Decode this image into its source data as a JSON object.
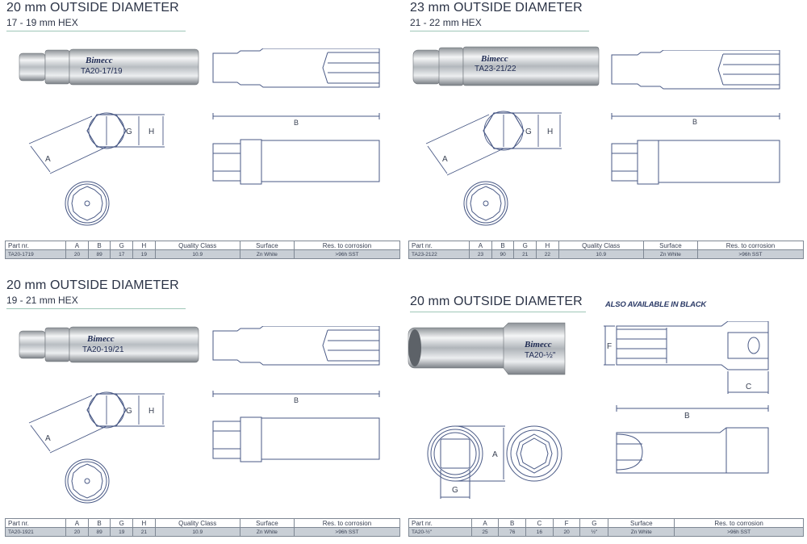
{
  "colors": {
    "heading_text": "#2b3346",
    "heading_underline": "#9fc7b8",
    "note_text": "#2b3a66",
    "drawing_line": "#4a5a86",
    "table_border": "#7f8894",
    "table_row_bg": "#c9cfd6"
  },
  "panels": [
    {
      "title": "20 mm OUTSIDE DIAMETER",
      "subtitle": "17 - 19 mm HEX",
      "photo": {
        "brand": "Bimecc",
        "model": "TA20-17/19"
      },
      "drawing_labels": {
        "a": "A",
        "b": "B",
        "g": "G",
        "h": "H",
        "logo_letters": [
          "B",
          "I",
          "M",
          "E",
          "C",
          "C"
        ]
      },
      "table": {
        "headers": [
          "Part nr.",
          "A",
          "B",
          "G",
          "H",
          "Quality Class",
          "Surface",
          "Res. to corrosion"
        ],
        "rows": [
          [
            "TA20-1719",
            "20",
            "89",
            "17",
            "19",
            "10.9",
            "Zn White",
            ">96h SST"
          ]
        ]
      }
    },
    {
      "title": "23 mm OUTSIDE DIAMETER",
      "subtitle": "21 - 22 mm HEX",
      "photo": {
        "brand": "Bimecc",
        "model": "TA23-21/22"
      },
      "drawing_labels": {
        "a": "A",
        "b": "B",
        "g": "G",
        "h": "H",
        "logo_letters": [
          "B",
          "I",
          "M",
          "E",
          "C",
          "C"
        ]
      },
      "table": {
        "headers": [
          "Part nr.",
          "A",
          "B",
          "G",
          "H",
          "Quality Class",
          "Surface",
          "Res. to corrosion"
        ],
        "rows": [
          [
            "TA23-2122",
            "23",
            "90",
            "21",
            "22",
            "10.9",
            "Zn White",
            ">96h SST"
          ]
        ]
      }
    },
    {
      "title": "20 mm OUTSIDE DIAMETER",
      "subtitle": "19 - 21 mm HEX",
      "photo": {
        "brand": "Bimecc",
        "model": "TA20-19/21"
      },
      "drawing_labels": {
        "a": "A",
        "b": "B",
        "g": "G",
        "h": "H",
        "logo_letters": [
          "B",
          "I",
          "M",
          "E",
          "C",
          "C"
        ]
      },
      "table": {
        "headers": [
          "Part nr.",
          "A",
          "B",
          "G",
          "H",
          "Quality Class",
          "Surface",
          "Res. to corrosion"
        ],
        "rows": [
          [
            "TA20-1921",
            "20",
            "89",
            "19",
            "21",
            "10.9",
            "Zn White",
            ">96h SST"
          ]
        ]
      }
    },
    {
      "title": "20 mm OUTSIDE DIAMETER",
      "note": "ALSO AVAILABLE IN BLACK",
      "photo": {
        "brand": "Bimecc",
        "model": "TA20-½\""
      },
      "drawing_labels": {
        "a": "A",
        "b": "B",
        "c": "C",
        "f": "F",
        "g": "G"
      },
      "table": {
        "headers": [
          "Part nr.",
          "A",
          "B",
          "C",
          "F",
          "G",
          "Surface",
          "Res. to corrosion"
        ],
        "rows": [
          [
            "TA20-½\"",
            "25",
            "76",
            "16",
            "20",
            "½\"",
            "Zn White",
            ">96h SST"
          ]
        ]
      }
    }
  ]
}
